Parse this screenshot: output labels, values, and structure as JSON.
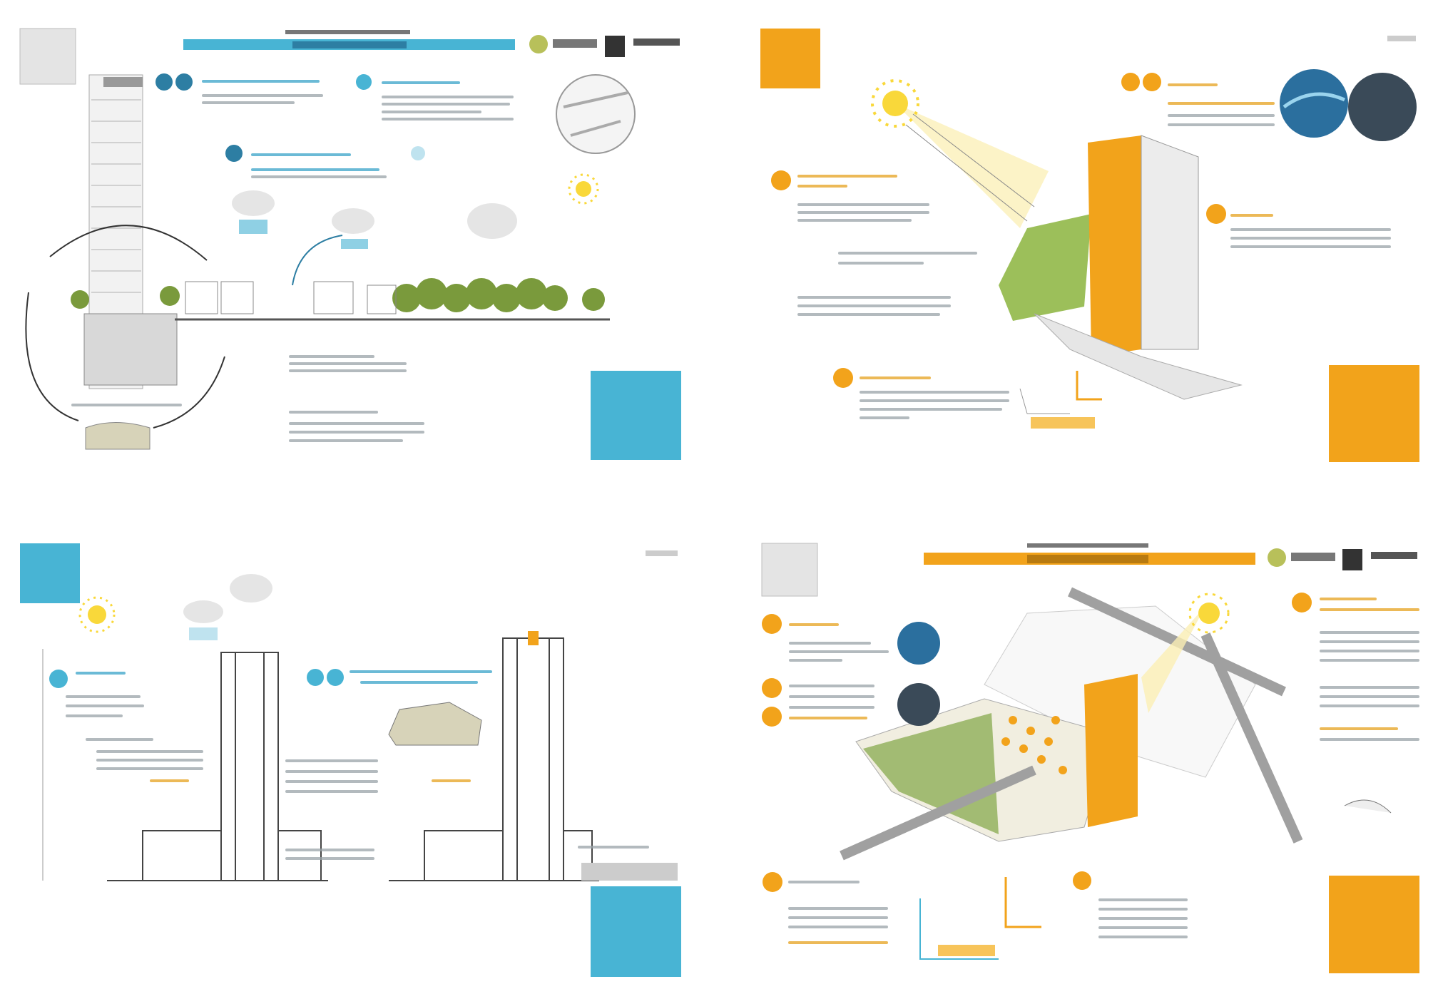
{
  "colors": {
    "water_blue": "#48b4d4",
    "solar_orange": "#f2a31b",
    "tree_green": "#7a9a3c",
    "sun_yellow": "#f9d83a",
    "structure_gray": "#9a9a9a"
  },
  "panels": [
    {
      "theme": "water",
      "icons": [
        "water-drop-icon",
        "cloud-icon",
        "sun-icon",
        "tree-icon"
      ]
    },
    {
      "theme": "solar",
      "icons": [
        "sun-icon",
        "lightbulb-icon",
        "panel-icon"
      ]
    },
    {
      "theme": "water-section",
      "icons": [
        "sun-icon",
        "cloud-icon",
        "water-drop-icon"
      ]
    },
    {
      "theme": "solar-aerial",
      "icons": [
        "sun-icon",
        "lightbulb-icon",
        "energy-icon"
      ]
    }
  ]
}
